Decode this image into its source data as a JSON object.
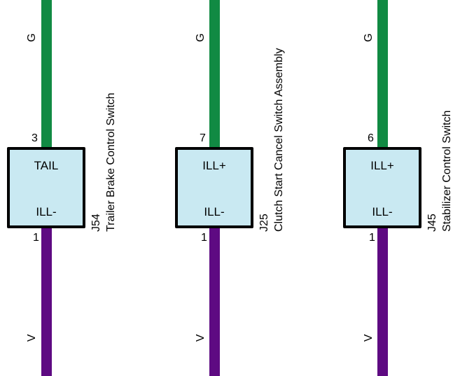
{
  "colors": {
    "wire_green": "#118a43",
    "wire_violet": "#5e0a82",
    "box_fill": "#c9e9f2",
    "box_border": "#000000"
  },
  "components": [
    {
      "ref": "J54",
      "name": "Trailer Brake Control Switch",
      "top_wire_color": "G",
      "bottom_wire_color": "V",
      "top_pin_number": "3",
      "bottom_pin_number": "1",
      "top_pin_label": "TAIL",
      "bottom_pin_label": "ILL-"
    },
    {
      "ref": "J25",
      "name": "Clutch Start Cancel Switch Assembly",
      "top_wire_color": "G",
      "bottom_wire_color": "V",
      "top_pin_number": "7",
      "bottom_pin_number": "1",
      "top_pin_label": "ILL+",
      "bottom_pin_label": "ILL-"
    },
    {
      "ref": "J45",
      "name": "Stabilizer Control Switch",
      "top_wire_color": "G",
      "bottom_wire_color": "V",
      "top_pin_number": "6",
      "bottom_pin_number": "1",
      "top_pin_label": "ILL+",
      "bottom_pin_label": "ILL-"
    }
  ]
}
